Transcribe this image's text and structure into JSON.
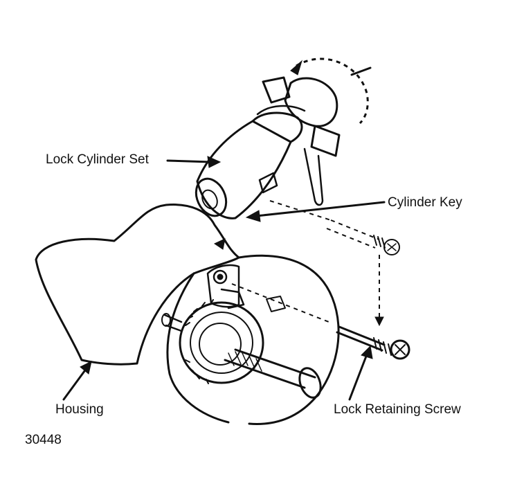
{
  "labels": {
    "lock_cylinder_set": "Lock Cylinder Set",
    "cylinder_key": "Cylinder Key",
    "housing": "Housing",
    "lock_retaining_screw": "Lock Retaining Screw",
    "figure_number": "30448"
  },
  "colors": {
    "ink": "#111111",
    "paper": "#ffffff"
  }
}
